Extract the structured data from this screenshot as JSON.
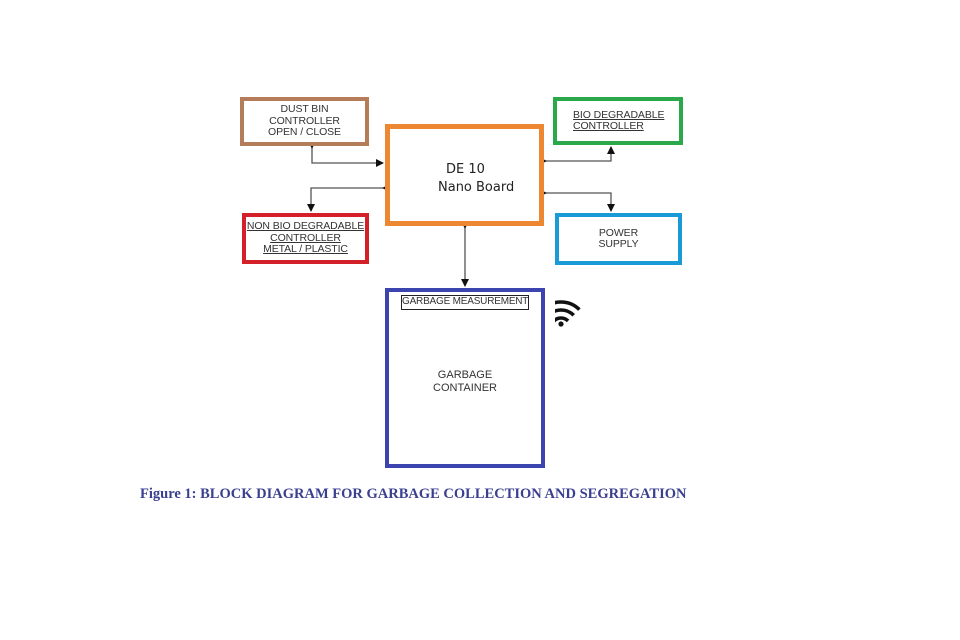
{
  "diagram": {
    "central_node": {
      "line1": "DE 10",
      "line2": "Nano Board",
      "color": "#ee8732"
    },
    "nodes": {
      "dust_bin": {
        "lines": [
          "DUST BIN",
          "CONTROLLER",
          "OPEN / CLOSE"
        ],
        "color": "#b57c5a"
      },
      "bio": {
        "lines": [
          "BIO DEGRADABLE",
          "CONTROLLER"
        ],
        "color": "#2aa84a"
      },
      "non_bio": {
        "lines": [
          "NON BIO DEGRADABLE",
          "CONTROLLER",
          "METAL / PLASTIC"
        ],
        "color": "#d42129"
      },
      "power": {
        "lines": [
          "POWER",
          "SUPPLY"
        ],
        "color": "#1a9ad6"
      },
      "container": {
        "header": "GARBAGE MEASUREMENT",
        "lines": [
          "GARBAGE",
          "CONTAINER"
        ],
        "color": "#3c44b0"
      }
    },
    "icons": {
      "wireless": "wifi-signal-icon"
    },
    "edges": [
      {
        "from": "DE 10 Nano Board",
        "to": "DUST BIN CONTROLLER",
        "type": "bidirectional"
      },
      {
        "from": "DE 10 Nano Board",
        "to": "NON BIO DEGRADABLE CONTROLLER",
        "type": "bidirectional"
      },
      {
        "from": "DE 10 Nano Board",
        "to": "BIO DEGRADABLE CONTROLLER",
        "type": "bidirectional"
      },
      {
        "from": "DE 10 Nano Board",
        "to": "POWER SUPPLY",
        "type": "bidirectional"
      },
      {
        "from": "DE 10 Nano Board",
        "to": "GARBAGE CONTAINER",
        "type": "bidirectional"
      }
    ]
  },
  "caption": "Figure 1: BLOCK DIAGRAM FOR GARBAGE COLLECTION AND SEGREGATION"
}
